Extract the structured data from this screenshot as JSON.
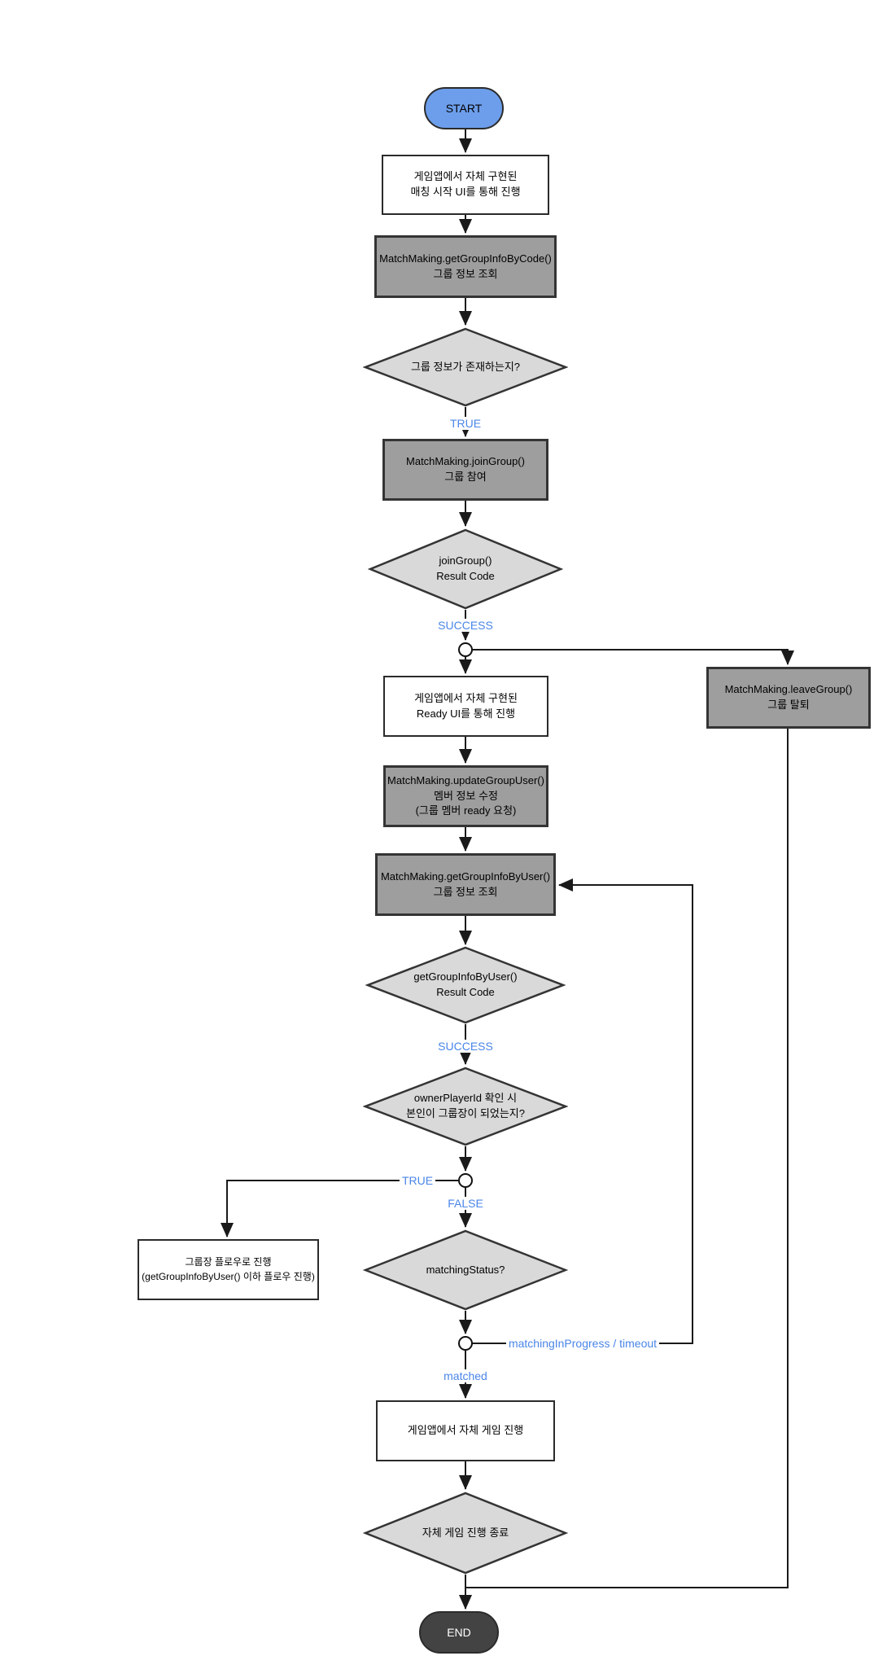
{
  "diagram": {
    "nodes": {
      "start": "START",
      "ui_match_start": "게임앱에서 자체 구현된\n매칭 시작 UI를 통해 진행",
      "get_group_info_by_code": "MatchMaking.getGroupInfoByCode()\n그룹 정보 조회",
      "group_exists_decision": "그룹 정보가 존재하는지?",
      "join_group": "MatchMaking.joinGroup()\n그룹 참여",
      "join_group_result_decision": "joinGroup()\nResult Code",
      "ui_ready": "게임앱에서 자체 구현된\nReady UI를 통해 진행",
      "update_group_user": "MatchMaking.updateGroupUser()\n멤버 정보 수정\n(그룹 멤버 ready 요청)",
      "get_group_info_by_user": "MatchMaking.getGroupInfoByUser()\n그룹 정보 조회",
      "get_group_info_result_decision": "getGroupInfoByUser()\nResult Code",
      "owner_check_decision": "ownerPlayerId 확인 시\n본인이 그룹장이 되었는지?",
      "owner_flow": "그룹장 플로우로 진행\n(getGroupInfoByUser() 이하 플로우 진행)",
      "matching_status_decision": "matchingStatus?",
      "game_play": "게임앱에서 자체 게임 진행",
      "game_end_decision": "자체 게임 진행 종료",
      "leave_group": "MatchMaking.leaveGroup()\n그룹 탈퇴",
      "end": "END"
    },
    "edge_labels": {
      "group_exists_true": "TRUE",
      "join_success": "SUCCESS",
      "get_info_success": "SUCCESS",
      "owner_true": "TRUE",
      "owner_false": "FALSE",
      "matching_in_progress": "matchingInProgress / timeout",
      "matched": "matched"
    },
    "colors": {
      "start_fill": "#6d9eeb",
      "end_fill": "#434343",
      "api_box_fill": "#9e9e9e",
      "process_fill": "#ffffff",
      "decision_fill": "#d9d9d9",
      "edge_label_text": "#4a86e8",
      "line": "#1a1a1a"
    }
  }
}
